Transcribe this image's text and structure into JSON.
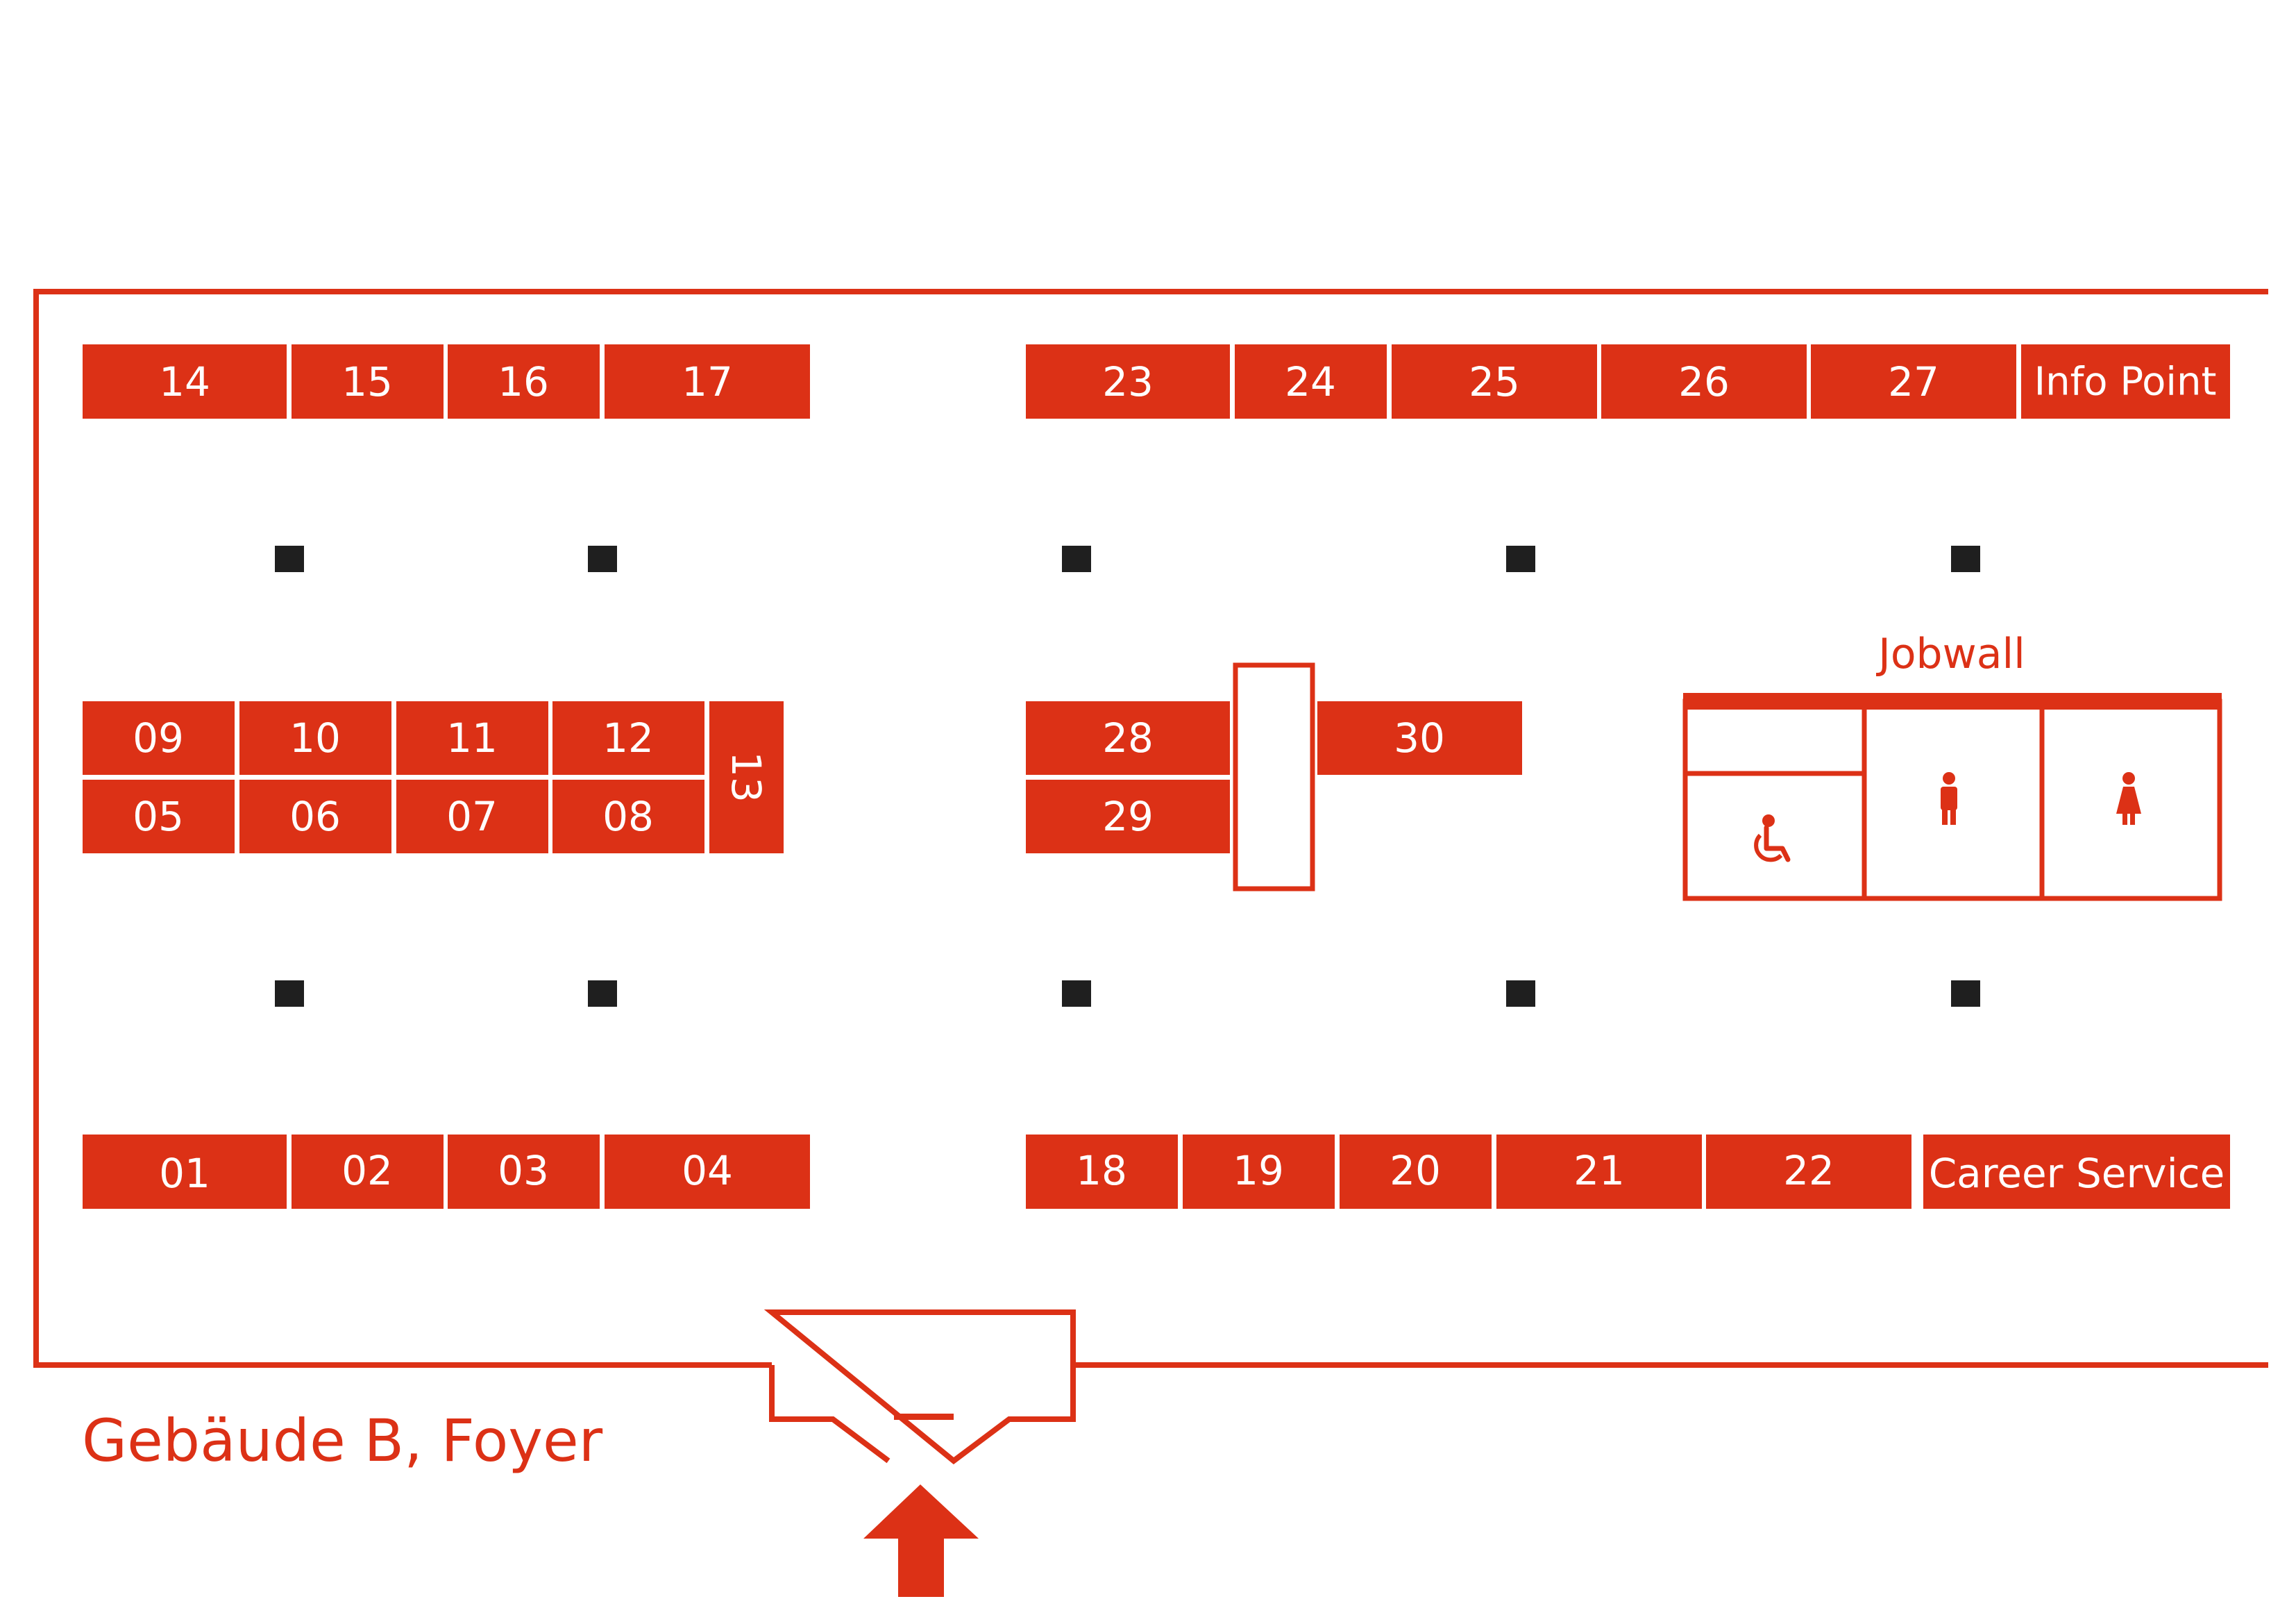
{
  "map": {
    "title": "Gebäude B, Foyer",
    "jobwall_label": "Jobwall",
    "colors": {
      "booth": "#dc3116",
      "pillar": "#1f1f1f",
      "background": "#ffffff"
    }
  },
  "booths": {
    "b01": "01",
    "b02": "02",
    "b03": "03",
    "b04": "04",
    "b05": "05",
    "b06": "06",
    "b07": "07",
    "b08": "08",
    "b09": "09",
    "b10": "10",
    "b11": "11",
    "b12": "12",
    "b13": "13",
    "b14": "14",
    "b15": "15",
    "b16": "16",
    "b17": "17",
    "b18": "18",
    "b19": "19",
    "b20": "20",
    "b21": "21",
    "b22": "22",
    "b23": "23",
    "b24": "24",
    "b25": "25",
    "b26": "26",
    "b27": "27",
    "b28": "28",
    "b29": "29",
    "b30": "30",
    "info_point": "Info Point",
    "career_service": "Career Service"
  },
  "icons": {
    "wheelchair": "wheelchair-icon",
    "male": "male-restroom-icon",
    "female": "female-restroom-icon",
    "entrance": "entrance-arrow-icon"
  }
}
